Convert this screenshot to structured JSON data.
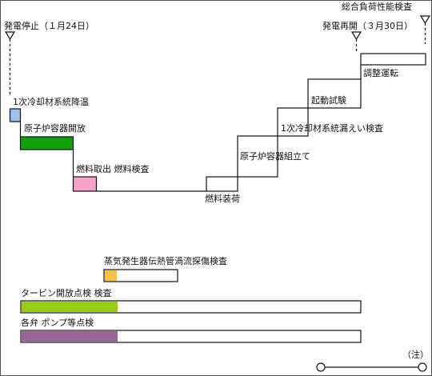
{
  "milestones": {
    "stop": "発電停止（１月24日）",
    "restart": "発電再開（３月30日）",
    "final_inspection": "総合負荷性能検査"
  },
  "steps": {
    "cooldown": "1次冷却材系統降温",
    "vessel_open": "原子炉容器開放",
    "fuel_removal": "燃料取出 燃料検査",
    "fuel_loading": "燃料装荷",
    "vessel_assembly": "原子炉容器組立て",
    "leak_test": "1次冷却材系統漏えい検査",
    "startup_test": "起動試験",
    "adjust_operation": "調整運転"
  },
  "parallel": {
    "sg_inspection": "蒸気発生器伝熱管渦流探傷検査",
    "turbine_inspection": "タービン開放点検 検査",
    "valve_pump_inspection": "各弁 ポンプ等点検"
  },
  "note": "（注）",
  "colors": {
    "cooldown": "#9cc3ee",
    "vessel_open": "#10a010",
    "fuel_removal": "#f7a1cc",
    "sg_inspection": "#f7c242",
    "turbine_inspection": "#9acb14",
    "valve_pump_inspection": "#9b6597"
  }
}
